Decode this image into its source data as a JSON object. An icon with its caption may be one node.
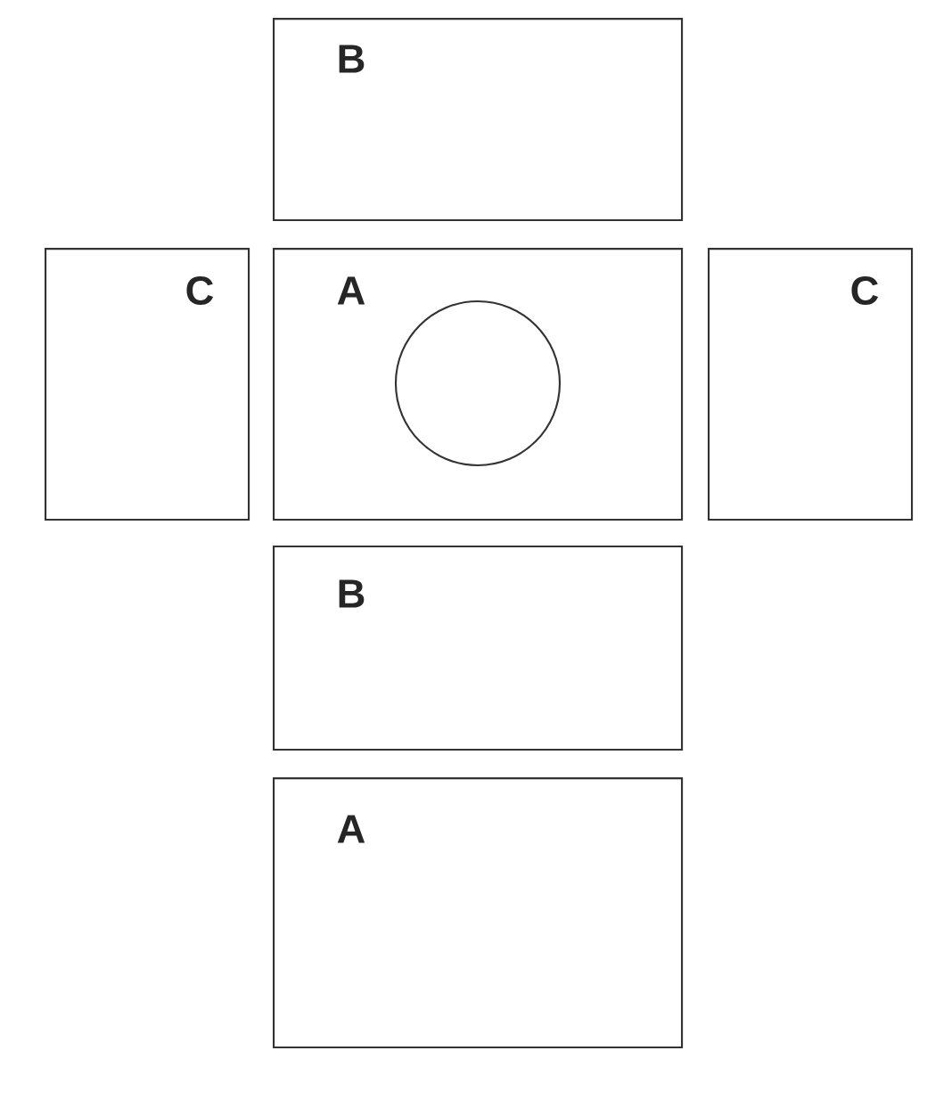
{
  "diagram": {
    "nodes": [
      {
        "text": [
          "B"
        ]
      },
      {
        "text": [
          "C"
        ]
      },
      {
        "text": [
          "A"
        ]
      },
      {
        "text": [
          "C"
        ]
      },
      {
        "text": [
          "B"
        ]
      },
      {
        "text": [
          "A"
        ]
      }
    ]
  }
}
